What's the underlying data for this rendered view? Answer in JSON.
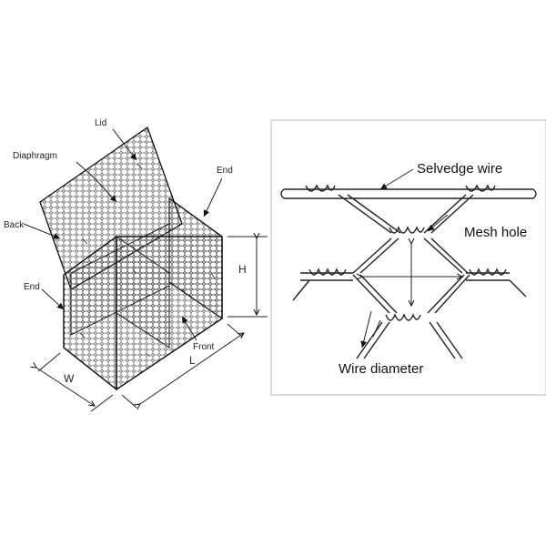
{
  "gabion": {
    "labels": {
      "lid": "Lid",
      "diaphragm": "Diaphragm",
      "end_top": "End",
      "back": "Back",
      "end_left": "End",
      "front": "Front",
      "height": "H",
      "length": "L",
      "width": "W"
    }
  },
  "mesh_detail": {
    "labels": {
      "selvedge_wire": "Selvedge wire",
      "mesh_hole": "Mesh hole",
      "wire_diameter": "Wire diameter"
    }
  }
}
